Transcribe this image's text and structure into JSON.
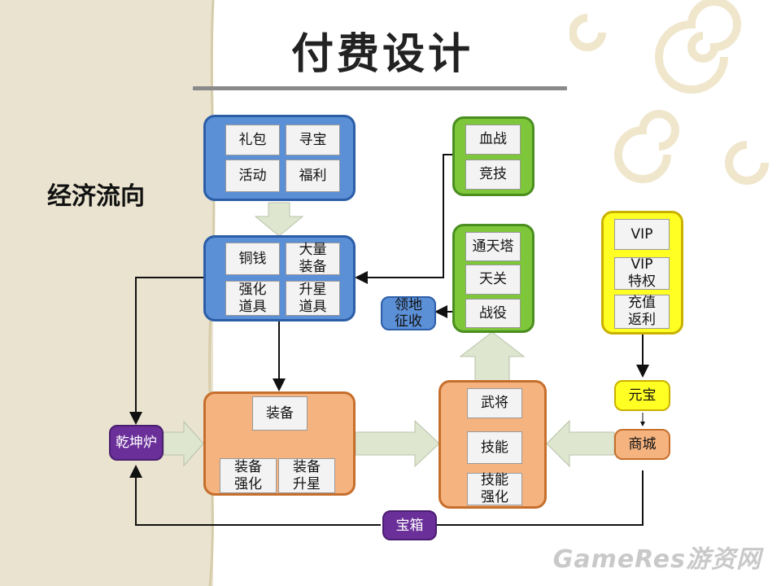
{
  "title": "付费设计",
  "side_label": "经济流向",
  "groups": {
    "rewards": {
      "items": [
        "礼包",
        "寻宝",
        "活动",
        "福利"
      ]
    },
    "resources": {
      "items": [
        "铜钱",
        "大量\n装备",
        "强化\n道具",
        "升星\n道具"
      ]
    },
    "pvp": {
      "items": [
        "血战",
        "竞技"
      ]
    },
    "pve": {
      "items": [
        "通天塔",
        "天关",
        "战役"
      ]
    },
    "vip": {
      "items": [
        "VIP",
        "VIP\n特权",
        "充值\n返利"
      ]
    },
    "equipment": {
      "items": [
        "装备",
        "装备\n强化",
        "装备\n升星"
      ]
    },
    "generals": {
      "items": [
        "武将",
        "技能",
        "技能\n强化"
      ]
    }
  },
  "nodes": {
    "territory": "领地\n征收",
    "furnace": "乾坤炉",
    "yuanbao": "元宝",
    "shop": "商城",
    "chest": "宝箱"
  },
  "watermark": "GameRes游资网",
  "colors": {
    "blue": "#5b8fd6",
    "green": "#7ec63a",
    "yellow": "#ffff24",
    "orange": "#f5b380",
    "purple": "#6a2f99"
  }
}
